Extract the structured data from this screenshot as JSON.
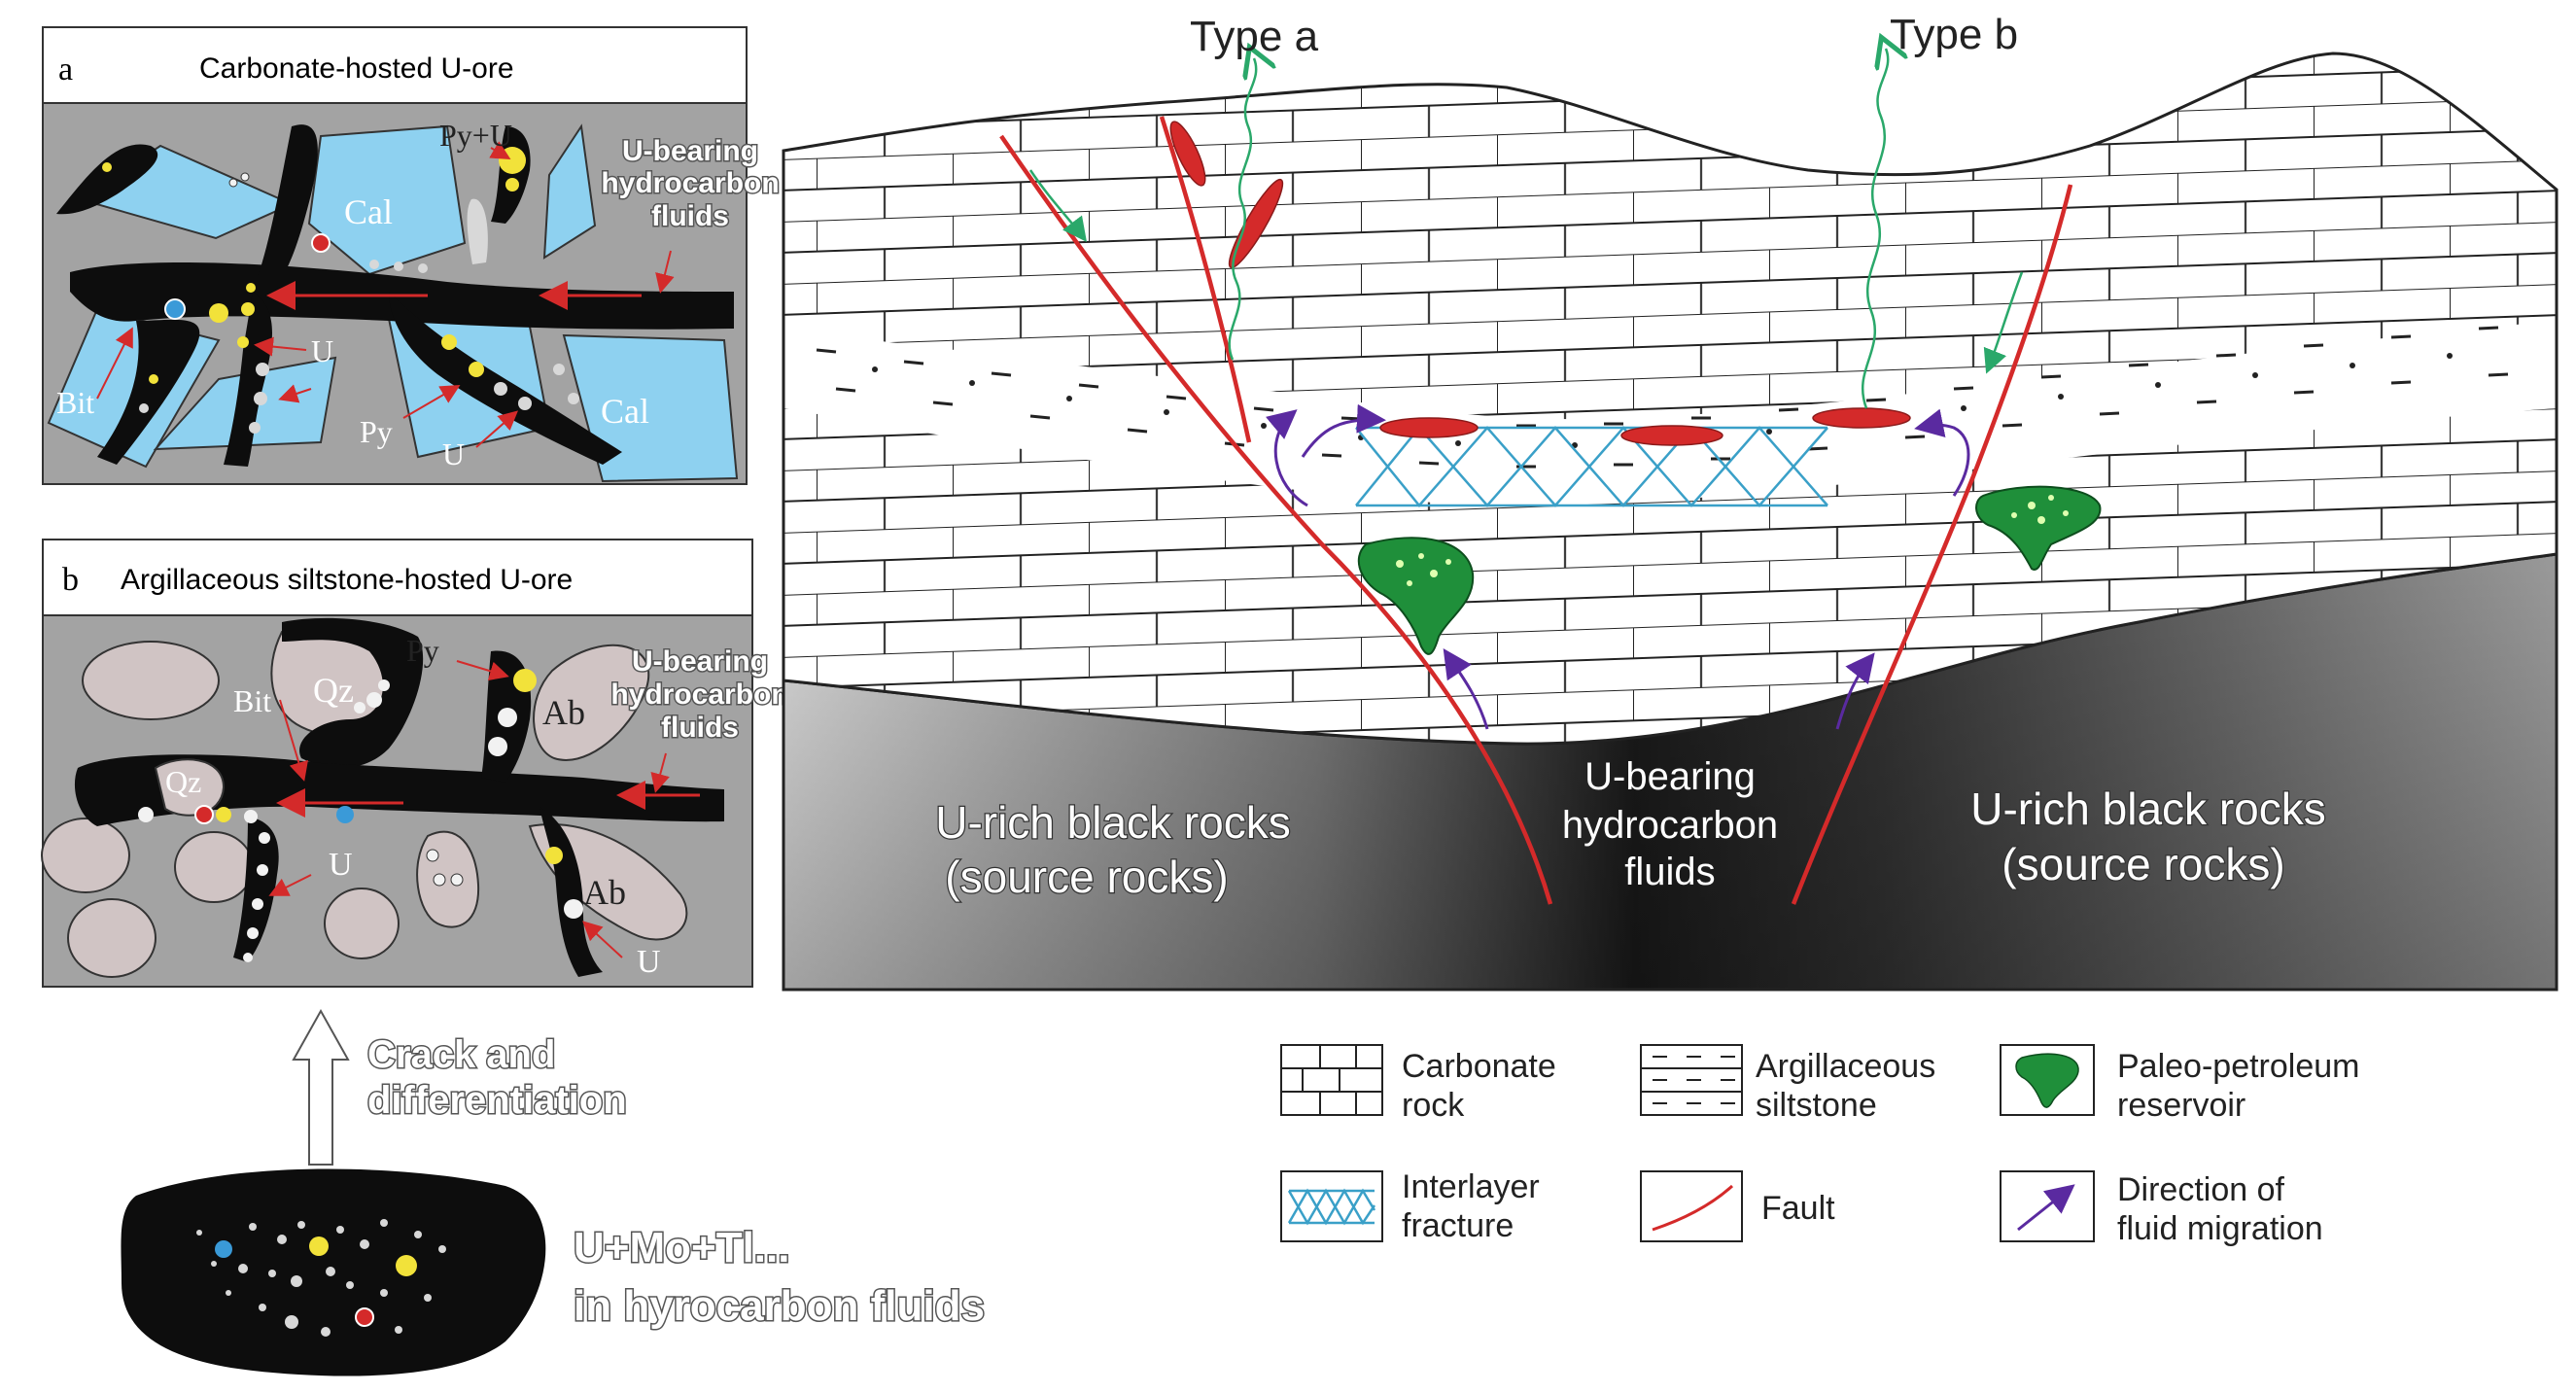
{
  "panel_a": {
    "letter": "a",
    "title": "Carbonate-hosted U-ore",
    "mineral_cal_1": "Cal",
    "mineral_cal_2": "Cal",
    "label_py_u": "Py+U",
    "label_fluids": [
      "U-bearing",
      "hydrocarbon",
      "fluids"
    ],
    "label_bit": "Bit",
    "label_u_1": "U",
    "label_py": "Py",
    "label_u_2": "U"
  },
  "panel_b": {
    "letter": "b",
    "title": "Argillaceous siltstone-hosted U-ore",
    "label_qz_1": "Qz",
    "label_qz_2": "Qz",
    "label_py": "Py",
    "label_bit": "Bit",
    "label_ab_1": "Ab",
    "label_ab_2": "Ab",
    "label_fluids": [
      "U-bearing",
      "hydrocarbon",
      "fluids"
    ],
    "label_u_1": "U",
    "label_u_2": "U"
  },
  "crack": {
    "lines": [
      "Crack and",
      "differentiation"
    ]
  },
  "source_fluid": {
    "lines": [
      "U+Mo+Tl...",
      "in hyrocarbon fluids"
    ]
  },
  "section": {
    "type_a": "Type a",
    "type_b": "Type b",
    "source_left": [
      "U-rich black rocks",
      "(source rocks)"
    ],
    "source_right": [
      "U-rich black rocks",
      "(source rocks)"
    ],
    "center_fluid": [
      "U-bearing",
      "hydrocarbon",
      "fluids"
    ]
  },
  "legend": {
    "carbonate": [
      "Carbonate",
      "rock"
    ],
    "siltstone": [
      "Argillaceous",
      "siltstone"
    ],
    "reservoir": [
      "Paleo-petroleum",
      "reservoir"
    ],
    "fracture": [
      "Interlayer",
      "fracture"
    ],
    "fault": "Fault",
    "migration": [
      "Direction of",
      "fluid migration"
    ]
  },
  "colors": {
    "fault": "#d42a2a",
    "fracture": "#3aa0c8",
    "reservoir": "#1f8f3a",
    "migration": "#5a2aa0",
    "calcite": "#8ed1f0",
    "matrix": "#a3a3a3",
    "bitumen": "#0d0d0d",
    "seep": "#2aa86a"
  }
}
